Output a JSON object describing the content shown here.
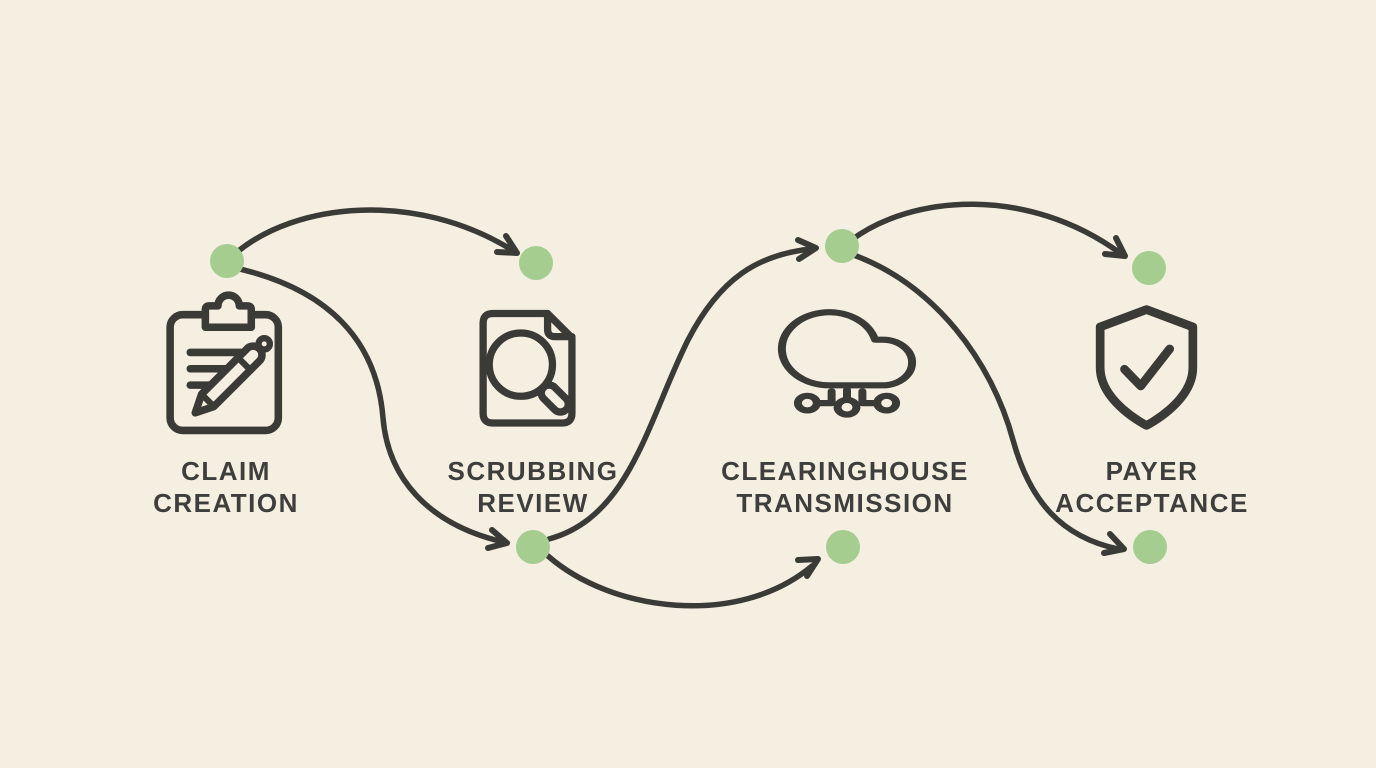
{
  "diagram": {
    "stages": [
      {
        "name": "claim-creation",
        "icon": "clipboard-pencil-icon",
        "label_line1": "CLAIM",
        "label_line2": "CREATION"
      },
      {
        "name": "scrubbing-review",
        "icon": "document-magnifier-icon",
        "label_line1": "SCRUBBING",
        "label_line2": "REVIEW"
      },
      {
        "name": "clearinghouse-transmission",
        "icon": "cloud-network-icon",
        "label_line1": "CLEARINGHOUSE",
        "label_line2": "TRANSMISSION"
      },
      {
        "name": "payer-acceptance",
        "icon": "shield-check-icon",
        "label_line1": "PAYER",
        "label_line2": "ACCEPTANCE"
      }
    ],
    "colors": {
      "background": "#f5efe1",
      "stroke": "#3a3a37",
      "node_fill": "#a6cd90",
      "label_text": "#3e3e3c"
    }
  }
}
